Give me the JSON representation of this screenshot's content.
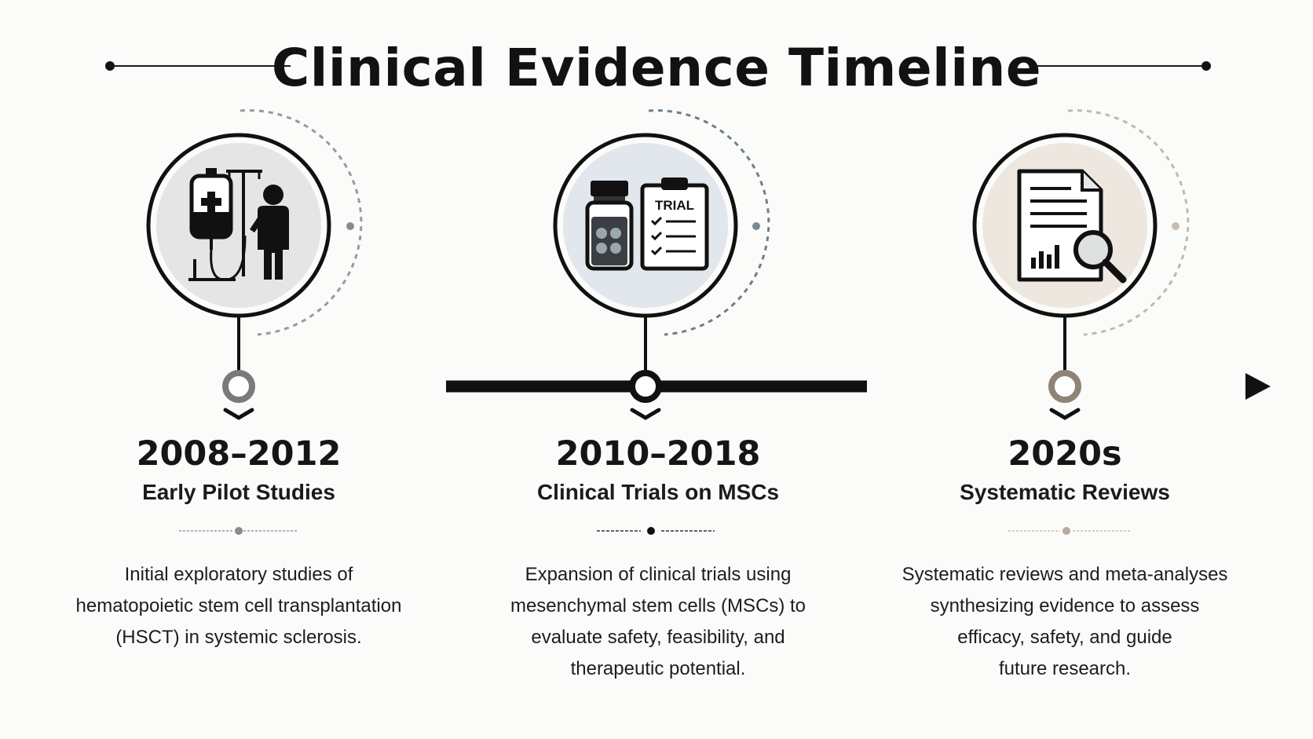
{
  "title": "Clinical Evidence Timeline",
  "colors": {
    "phase1": "#8a8a8a",
    "phase2": "#111111",
    "phase3": "#b5ab9f",
    "ring_fill_1": "#e6e6e6",
    "ring_fill_2": "#e1e7ec",
    "ring_fill_3": "#ede7df"
  },
  "phases": [
    {
      "period": "2008–2012",
      "heading": "Early Pilot Studies",
      "description_lines": [
        "Initial exploratory studies of",
        "hematopoietic stem cell transplantation",
        "(HSCT) in systemic sclerosis."
      ],
      "icon": "iv-drip-patient-icon"
    },
    {
      "period": "2010–2018",
      "heading": "Clinical Trials on MSCs",
      "trial_label": "TRIAL",
      "description_lines": [
        "Expansion of clinical trials using",
        "mesenchymal stem cells (MSCs) to",
        "evaluate safety, feasibility, and",
        "therapeutic potential."
      ],
      "icon": "vial-clipboard-icon"
    },
    {
      "period": "2020s",
      "heading": "Systematic Reviews",
      "description_lines": [
        "Systematic reviews and meta-analyses",
        "synthesizing evidence to assess",
        "efficacy, safety, and guide",
        "future research."
      ],
      "icon": "document-magnifier-icon"
    }
  ]
}
